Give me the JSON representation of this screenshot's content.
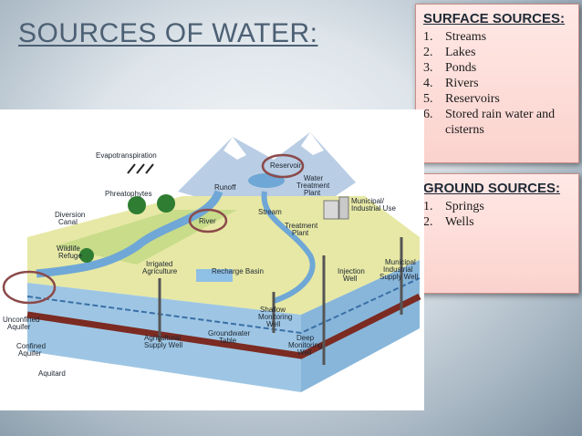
{
  "slide": {
    "title": "SOURCES OF WATER:"
  },
  "surface": {
    "heading": "SURFACE SOURCES:",
    "items": [
      {
        "num": "1.",
        "text": "Streams"
      },
      {
        "num": "2.",
        "text": "Lakes"
      },
      {
        "num": "3.",
        "text": "Ponds"
      },
      {
        "num": "4.",
        "text": "Rivers"
      },
      {
        "num": "5.",
        "text": "Reservoirs"
      },
      {
        "num": "6.",
        "text": "Stored rain water and"
      },
      {
        "num": "",
        "text": "cisterns"
      }
    ]
  },
  "ground": {
    "heading": "GROUND SOURCES:",
    "items": [
      {
        "num": "1.",
        "text": "Springs"
      },
      {
        "num": "2.",
        "text": "Wells"
      }
    ]
  },
  "diagram": {
    "labels": {
      "evapotranspiration": "Evapotranspiration",
      "phreatophytes": "Phreatophytes",
      "runoff": "Runoff",
      "reservoir": "Reservoir",
      "water_treatment_1": "Water",
      "water_treatment_2": "Treatment",
      "water_treatment_3": "Plant",
      "municipal_use_1": "Municipal/",
      "municipal_use_2": "Industrial Use",
      "diversion_canal_1": "Diversion",
      "diversion_canal_2": "Canal",
      "river": "River",
      "stream": "Stream",
      "treatment_plant_1": "Treatment",
      "treatment_plant_2": "Plant",
      "wildlife_refuge_1": "Wildlife",
      "wildlife_refuge_2": "Refuge",
      "irrigated_agriculture_1": "Irrigated",
      "irrigated_agriculture_2": "Agriculture",
      "recharge_basin": "Recharge Basin",
      "injection_well_1": "Injection",
      "injection_well_2": "Well",
      "municipal_supply_1": "Municipal",
      "municipal_supply_2": "Industrial",
      "municipal_supply_3": "Supply Well",
      "unconfined_aquifer_1": "Unconfined",
      "unconfined_aquifer_2": "Aquifer",
      "confined_aquifer_1": "Confined",
      "confined_aquifer_2": "Aquifer",
      "aquitard": "Aquitard",
      "agricultural_well_1": "Agricultural",
      "agricultural_well_2": "Supply Well",
      "groundwater_table_1": "Groundwater",
      "groundwater_table_2": "Table",
      "shallow_well_1": "Shallow",
      "shallow_well_2": "Monitoring",
      "shallow_well_3": "Well",
      "deep_well_1": "Deep",
      "deep_well_2": "Monitoring",
      "deep_well_3": "Well"
    }
  }
}
